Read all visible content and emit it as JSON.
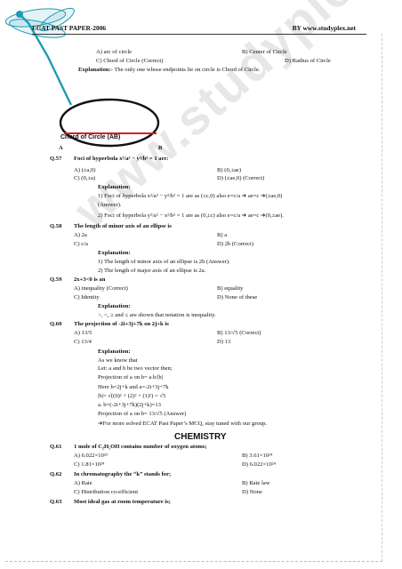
{
  "header": {
    "left": "ECAT PAST PAPER-2006",
    "right": "BY www.studyplex.net"
  },
  "watermark": "www.studyplex.net",
  "q56": {
    "a": "A)  arc of circle",
    "b": "B) Center of Circle",
    "c": "C) Chord of Circle (Correct)",
    "d": "D) Radius of Circle",
    "exp_label": "Explanation:-",
    "exp": " The only one whose endpoints lie on circle is Chord of Circle.",
    "figure": {
      "label": "Chord of Circle (AB)",
      "point_a": "A",
      "point_b": "B"
    }
  },
  "q57": {
    "num": "Q.57",
    "stem": "Foci of hyperbola x²/a² − y²/b² = 1 are:",
    "a": "A) (±a,0)",
    "b": "B) (0,±ae)",
    "c": "C) (0,±a)",
    "d": "D) (±ae,0) (Correct)",
    "exp_label": "Explanation:",
    "line1": "1) Foci of hyperbola x²/a² − y²/b² = 1 are as (±c,0) also e=c/a ➔ ae=c ➔(±ae,0)",
    "line1b": "(Answer).",
    "line2": "2) Foci of hyperbola y²/a² − x²/b² = 1 are as (0,±c) also e=c/a ➔ ae=c ➔(0,±ae)."
  },
  "q58": {
    "num": "Q.58",
    "stem": "The length of minor axis of an ellipse is",
    "a": "A) 2a",
    "b": "B) a",
    "c": "C) c/a",
    "d": "D) 2b (Correct)",
    "exp_label": "Explanation:",
    "line1": "1) The length of minor axis of an ellipse is 2b (Answer).",
    "line2": "2) The length of major axis of an ellipse is 2a."
  },
  "q59": {
    "num": "Q.59",
    "stem": "2x+3<0 is an",
    "a": "A) inequality (Correct)",
    "b": "B) equality",
    "c": "C) Identity",
    "d": "D) None of these",
    "exp_label": "Explanation:",
    "line1": ">, <, ≥ and ≤ are shown that notation is inequality."
  },
  "q60": {
    "num": "Q.60",
    "stem": "The projection of -2i+3j+7k on 2j+k is",
    "a": "A)  13/5",
    "b": "B) 13/√5 (Correct)",
    "c": "C) 13/4",
    "d": "D) 13",
    "exp_label": "Explanation:",
    "lines": [
      "As we know that",
      "Let: a and b be two vector then;",
      "Projection of a on b= a.b/|b|",
      "Here b=2j+k and a=-2i+3j+7k",
      "|b|= √((0)² + (2)² + (1)²) = √5",
      "a. b=(-2i+3j+7k)(2j+k)=13",
      "Projection of a on b= 13/√5 (Answer)",
      "➔For more solved ECAT Past Paper’s MCQ, stay tuned with our group."
    ]
  },
  "section": "CHEMISTRY",
  "q61": {
    "num": "Q.61",
    "stem": "1 mole of C₂H₅OH contains number of oxygen atoms;",
    "a": "A) 6.022×10²³",
    "b": "B) 3.61×10²⁴",
    "c": "C) 1.81×10²⁴",
    "d": "D) 6.022×10²⁴"
  },
  "q62": {
    "num": "Q.62",
    "stem": "In chromatography the “k” stands for;",
    "a": "A) Rate",
    "b": "B) Rate law",
    "c": "C) Distribution co-efficient",
    "d": "D) None"
  },
  "q63": {
    "num": "Q.63",
    "stem": "Most ideal gas at room temperature is;"
  },
  "colors": {
    "dragonfly": "#1d9bb5",
    "circle": "#111111",
    "chord": "#d1232a"
  }
}
